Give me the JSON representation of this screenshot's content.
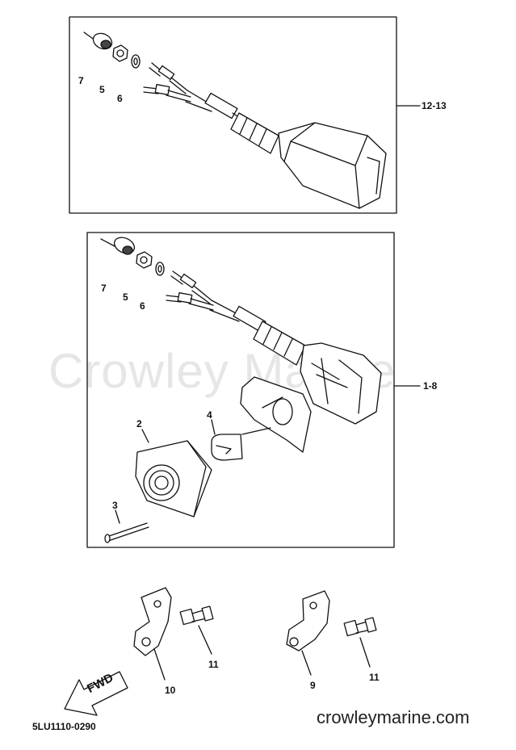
{
  "watermark": "Crowley Marine",
  "footer": {
    "diagram_code": "5LU1110-0290",
    "site": "crowleymarine.com"
  },
  "direction_arrow": {
    "label": "FWD",
    "icon": "fwd-arrow-icon"
  },
  "top_assembly": {
    "range_label": "12-13",
    "callouts": {
      "cap": "7",
      "nut": "5",
      "washer": "6"
    }
  },
  "bottom_assembly": {
    "range_label": "1-8",
    "callouts": {
      "cap": "7",
      "nut": "5",
      "washer": "6",
      "lens": "2",
      "bulb": "4",
      "screw": "3"
    }
  },
  "brackets": {
    "left": {
      "bracket": "10",
      "bolt": "11"
    },
    "right": {
      "bracket": "9",
      "bolt": "11"
    }
  },
  "colors": {
    "line": "#111111",
    "watermark": "#e6e6e6",
    "background": "#ffffff"
  }
}
